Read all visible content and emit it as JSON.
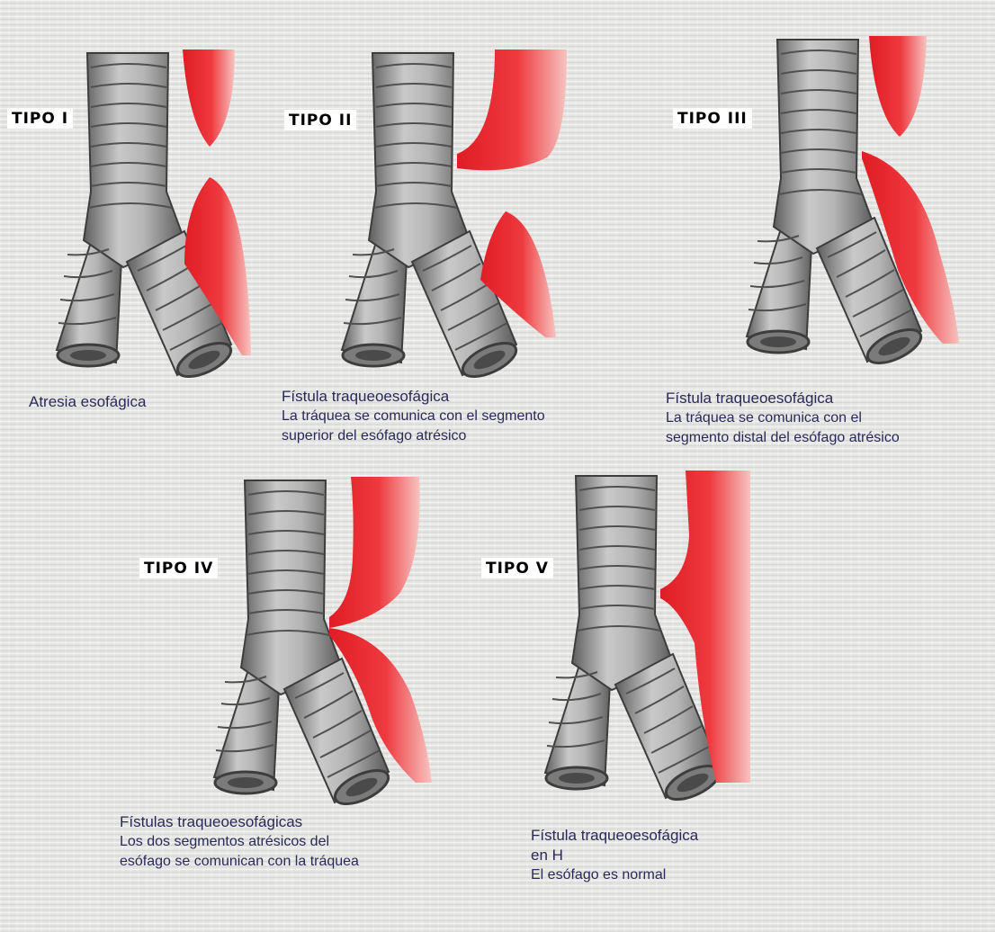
{
  "panels": [
    {
      "label": "TIPO I",
      "caption": [
        "Atresia esofágica"
      ]
    },
    {
      "label": "TIPO II",
      "caption": [
        "Fístula traqueoesofágica",
        "La tráquea se comunica con el segmento",
        "superior del esófago atrésico"
      ]
    },
    {
      "label": "TIPO III",
      "caption": [
        "Fístula traqueoesofágica",
        "La tráquea se comunica con el",
        "segmento distal del esófago atrésico"
      ]
    },
    {
      "label": "TIPO IV",
      "caption": [
        "Fístulas traqueoesofágicas",
        "Los dos segmentos atrésicos del",
        "esófago se comunican con la tráquea"
      ]
    },
    {
      "label": "TIPO V",
      "caption": [
        "Fístula traqueoesofágica",
        "en H",
        "El esófago es normal"
      ]
    }
  ],
  "colors": {
    "trachea": "#9d9d9d",
    "esophagus": "#e8202a",
    "background": "#e4e4e2",
    "caption_text": "#2a2a5a"
  }
}
